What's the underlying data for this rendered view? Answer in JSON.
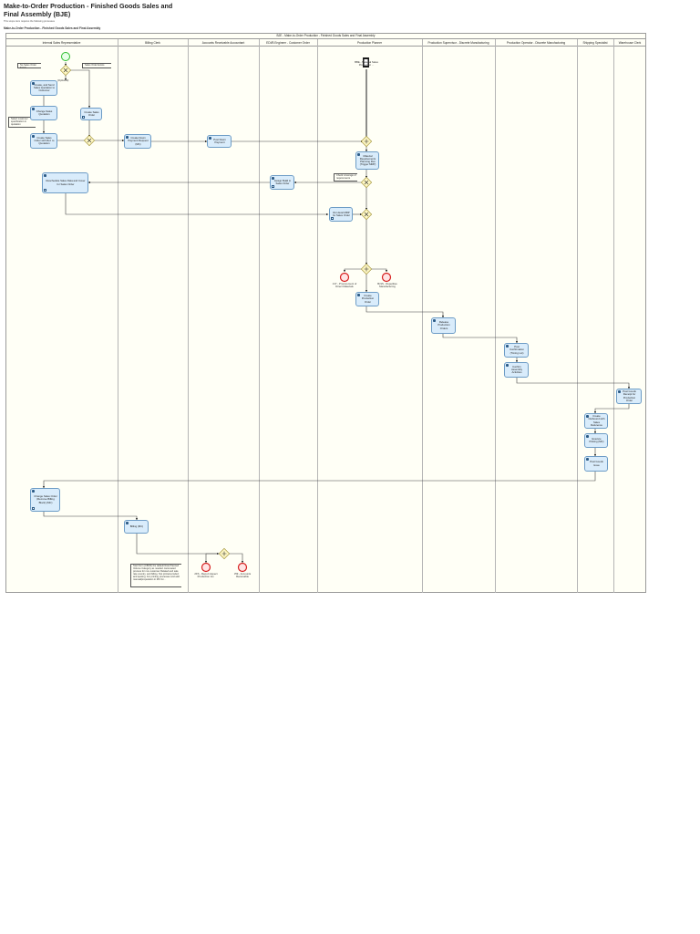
{
  "header": {
    "title": "Make-to-Order Production - Finished Goods Sales and Final Assembly (BJE)",
    "subtitle": "This scope item requires the following processes",
    "process_name": "Make-to-Order Production - Finished Goods Sales and Final Assembly"
  },
  "pool": {
    "title": "BJE - Make-to-Order Production - Finished Goods Sales and Final Assembly"
  },
  "lanes": [
    "Internal Sales Representative",
    "Billing Clerk",
    "Accounts Receivable Accountant",
    "EDI/B Engineer - Customer Order",
    "Production Planner",
    "Production Supervisor - Discrete Manufacturing",
    "Production Operator - Discrete Manufacturing",
    "Shipping Specialist",
    "Warehouse Clerk"
  ],
  "tasks": {
    "create_quote": "Create, and Send Sales Quotation to Customer",
    "change_quote": "Change Sales Quotation",
    "create_so_quote": "Create Sales Order with Ref. to Quotation",
    "create_so": "Create Sales Order",
    "down_payment": "Create Down Payment Request (MC)",
    "post_payment": "Post Down Payment",
    "mrp": "Material Requirements Planning Run (Trigger MRP)",
    "reschedule": "Reschedule Sales Data and Cover for Sales Order",
    "assign_bom": "Assign Build in Sales Order",
    "run_mrp_so": "Run Eval MRP for Sales Order",
    "convert_planned": "Create Production Order",
    "release_order": "Release Production Orders",
    "post_confirm": "Post Confirmation (Timing Lot)",
    "confirm_assembly": "Confirm Assembly Activities",
    "goods_receipt": "Post Goods Receipt for Production Order",
    "outbound": "Create Outbound with Sales Reference",
    "picking": "Execute Picking (MC)",
    "post_gi": "Post Goods Issue",
    "change_so_billing": "Change Sales Order (Remove Billing Block) (MC)",
    "billing": "Billing (MC)"
  },
  "events": {
    "start_production": "BBE - Material Sales Production ...",
    "end_shortage": "J4Y - Procurement of Direct Materials",
    "end_repetitive": "BJ1S - Repetitive Manufacturing",
    "end_report": "2FS - Report Aspect Production Inc.",
    "end_ar": "J59 - Accounts Receivable"
  },
  "labels": {
    "no_sales_order_exists": "No Sales Order Exists",
    "sales_order_exists": "Sales Order Exists",
    "optional": "(Optional)",
    "variant_config": "Select customer specification in quotation",
    "check_coverage": "Check coverage of requirements",
    "billing_note": "Start form (CBO6) the default Rule Planned Volume Category as needed. Automated process for non-customer Related and sale rate country, and billing. Not printed-product and quoting. For printing processes and add manual/preparation in MC for..."
  },
  "colors": {
    "task_fill": "#d9ecfb",
    "task_border": "#6d9cc6",
    "gateway_fill": "#fff8c4",
    "start_event": "#2dbd2d",
    "end_event": "#d72020",
    "pool_fill": "#fffff6"
  }
}
